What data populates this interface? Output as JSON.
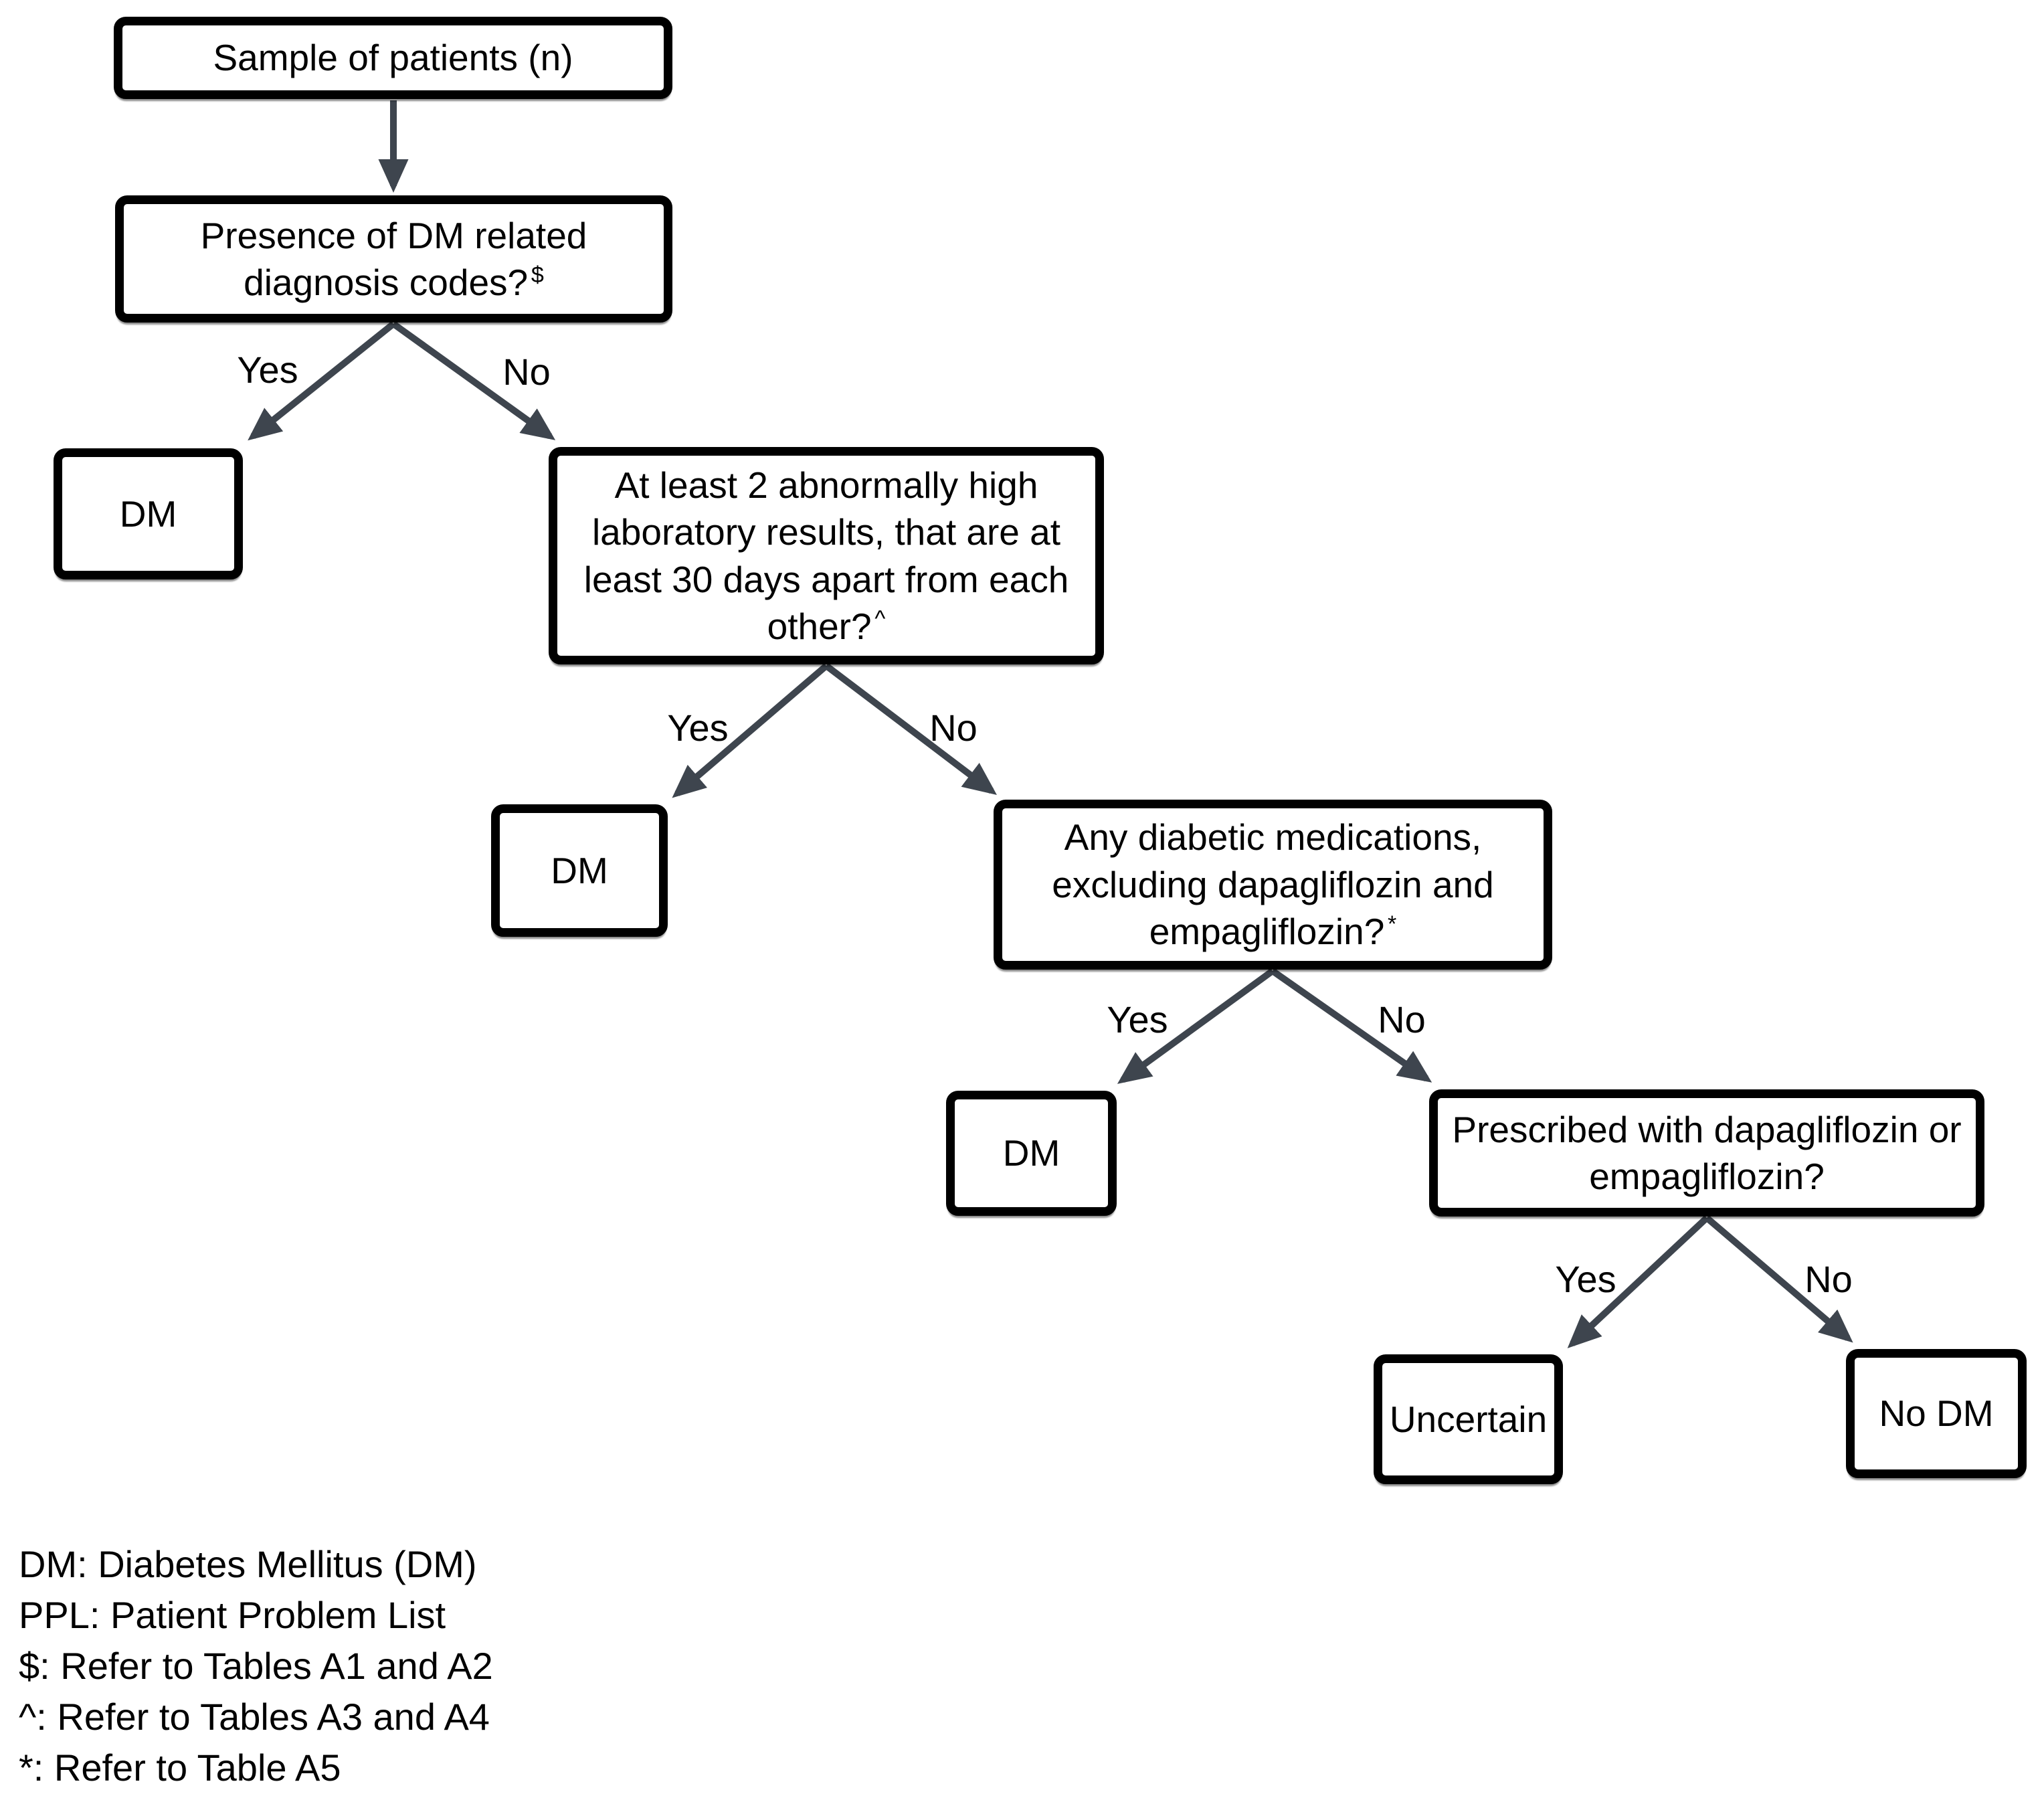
{
  "diagram": {
    "type": "flowchart-decision-tree",
    "nodes": {
      "sample": {
        "text": "Sample of patients (n)"
      },
      "presence": {
        "text": "Presence of DM related diagnosis codes?",
        "sup": "$"
      },
      "dm1": {
        "text": "DM"
      },
      "lab": {
        "text": "At least 2 abnormally high laboratory results, that are at least 30 days apart from each other?",
        "sup": "^"
      },
      "dm2": {
        "text": "DM"
      },
      "meds": {
        "text": "Any diabetic medications, excluding dapagliflozin and empagliflozin?",
        "sup": "*"
      },
      "dm3": {
        "text": "DM"
      },
      "prescribed": {
        "text": "Prescribed with dapagliflozin or empagliflozin?"
      },
      "uncertain": {
        "text": "Uncertain"
      },
      "nodm": {
        "text": "No DM"
      }
    },
    "edges": [
      {
        "from": "sample",
        "to": "presence",
        "label": ""
      },
      {
        "from": "presence",
        "to": "dm1",
        "label": "Yes"
      },
      {
        "from": "presence",
        "to": "lab",
        "label": "No"
      },
      {
        "from": "lab",
        "to": "dm2",
        "label": "Yes"
      },
      {
        "from": "lab",
        "to": "meds",
        "label": "No"
      },
      {
        "from": "meds",
        "to": "dm3",
        "label": "Yes"
      },
      {
        "from": "meds",
        "to": "prescribed",
        "label": "No"
      },
      {
        "from": "prescribed",
        "to": "uncertain",
        "label": "Yes"
      },
      {
        "from": "prescribed",
        "to": "nodm",
        "label": "No"
      }
    ],
    "legend": [
      "DM: Diabetes Mellitus (DM)",
      "PPL: Patient Problem List",
      "$: Refer to Tables A1 and A2",
      "^: Refer to Tables A3 and A4",
      "*: Refer to Table A5"
    ],
    "colors": {
      "arrow": "#3E454E",
      "node_border": "#000000",
      "node_fill": "#FFFFFF",
      "text": "#000000",
      "background": "#FFFFFF"
    }
  }
}
